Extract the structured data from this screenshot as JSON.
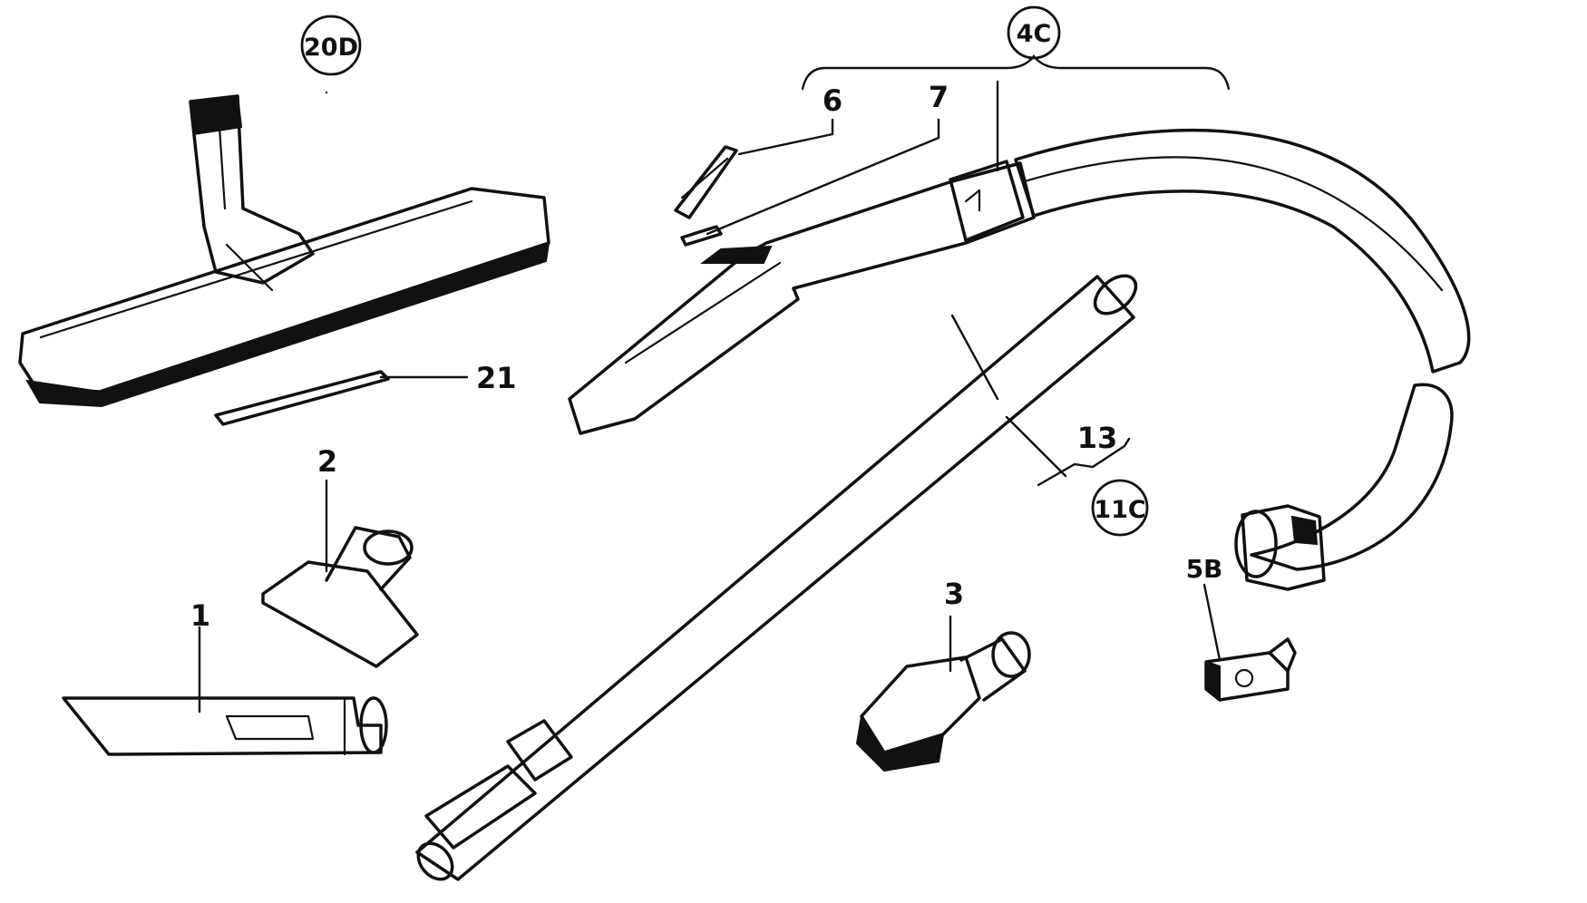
{
  "parts": {
    "p20D": "20D",
    "p21": "21",
    "p2": "2",
    "p1": "1",
    "p4C": "4C",
    "p6": "6",
    "p7": "7",
    "p13": "13",
    "p11C": "11C",
    "p3": "3",
    "p5B": "5B"
  }
}
